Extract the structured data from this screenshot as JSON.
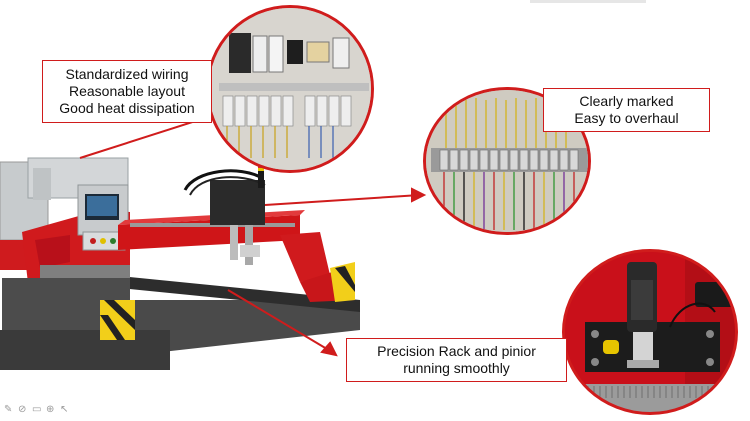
{
  "slide": {
    "callouts": {
      "wiring": {
        "line1": "Standardized wiring",
        "line2": "Reasonable layout",
        "line3": "Good heat dissipation"
      },
      "marking": {
        "line1": "Clearly marked",
        "line2": "Easy to overhaul"
      },
      "rack": {
        "line1": "Precision Rack and pinior",
        "line2": "running smoothly"
      }
    },
    "colors": {
      "accent": "#d01c1c",
      "machine_red": "#cc1518",
      "machine_grey": "#b9bcbe",
      "hazard_yellow": "#f2cf1a"
    },
    "icons": [
      "pen-icon",
      "highlighter-icon",
      "comment-icon",
      "zoom-icon",
      "pointer-icon"
    ]
  }
}
